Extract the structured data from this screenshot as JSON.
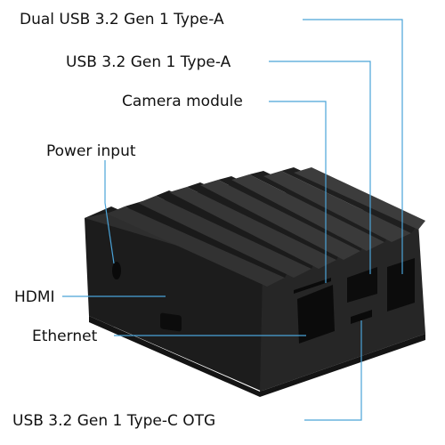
{
  "callouts": {
    "dual_usb": "Dual USB 3.2 Gen 1 Type-A",
    "usb_a": "USB 3.2 Gen 1 Type-A",
    "camera": "Camera module",
    "power": "Power input",
    "hdmi": "HDMI",
    "ethernet": "Ethernet",
    "usb_c_otg": "USB 3.2 Gen 1 Type-C OTG"
  },
  "colors": {
    "case_body": "#1e1e1e",
    "case_front": "#2a2a2a",
    "fin_top": "#3a3a3a",
    "leader_line": "#4aa3d8"
  }
}
